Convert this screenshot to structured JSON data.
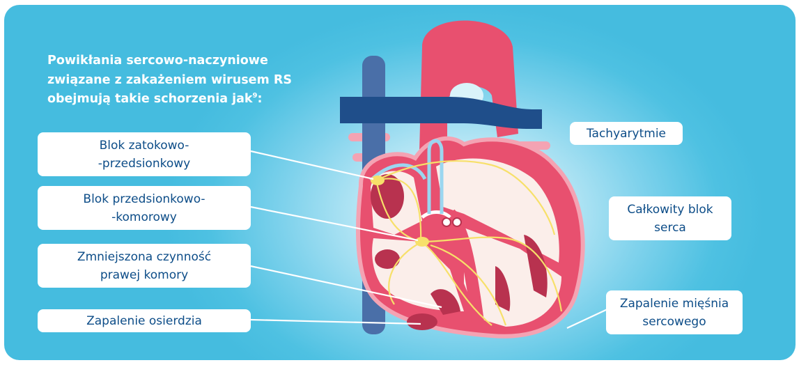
{
  "intro": {
    "line1": "Powikłania sercowo-naczyniowe",
    "line2": "związane z zakażeniem wirusem RS",
    "line3": "obejmują takie schorzenia jak",
    "footnote": "9",
    "suffix": ":"
  },
  "labels": {
    "sa_block": {
      "line1": "Blok zatokowo-",
      "line2": "-przedsionkowy"
    },
    "av_block": {
      "line1": "Blok przedsionkowo-",
      "line2": "-komorowy"
    },
    "rv_dysfunction": {
      "line1": "Zmniejszona czynność",
      "line2": "prawej komory"
    },
    "pericarditis": "Zapalenie osierdzia",
    "tachyarrhythmia": "Tachyarytmie",
    "complete_block": {
      "line1": "Całkowity blok",
      "line2": "serca"
    },
    "myocarditis": {
      "line1": "Zapalenie mięśnia",
      "line2": "sercowego"
    }
  },
  "colors": {
    "background": "#45bcdf",
    "label_text": "#0d4d88",
    "heart_muscle": "#e8506f",
    "heart_dark": "#b8324f",
    "heart_light": "#f4a3b3",
    "vein_blue": "#4a6fa8",
    "artery_blue": "#1f4e8a",
    "conduction": "#f7e06a",
    "chamber_inner": "#fbeeea"
  }
}
